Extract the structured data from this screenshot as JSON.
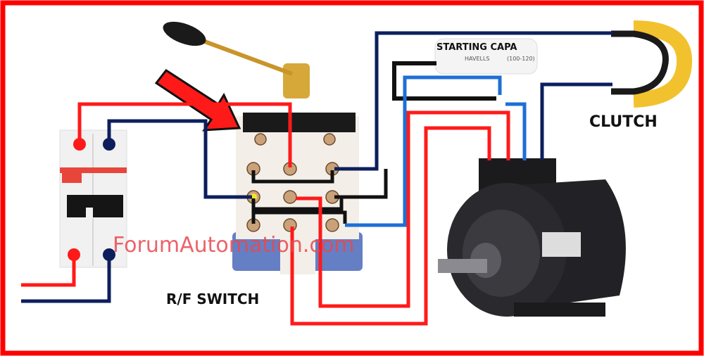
{
  "labels": {
    "capacitor": "STARTING  CAPA",
    "capacitor_print": "HAVELLS",
    "capacitor_rating": "(100-120)",
    "clutch": "CLUTCH",
    "switch": "R/F SWITCH",
    "watermark": "ForumAutomation.com"
  },
  "colors": {
    "border": "#ff0000",
    "phase_wire": "#ff1a1a",
    "neutral_wire": "#0c1f5c",
    "blue_wire": "#1e6fd6",
    "bus_wire": "#111111",
    "clutch_plate": "#f2c12e",
    "motor_body": "#1b1b1d"
  }
}
